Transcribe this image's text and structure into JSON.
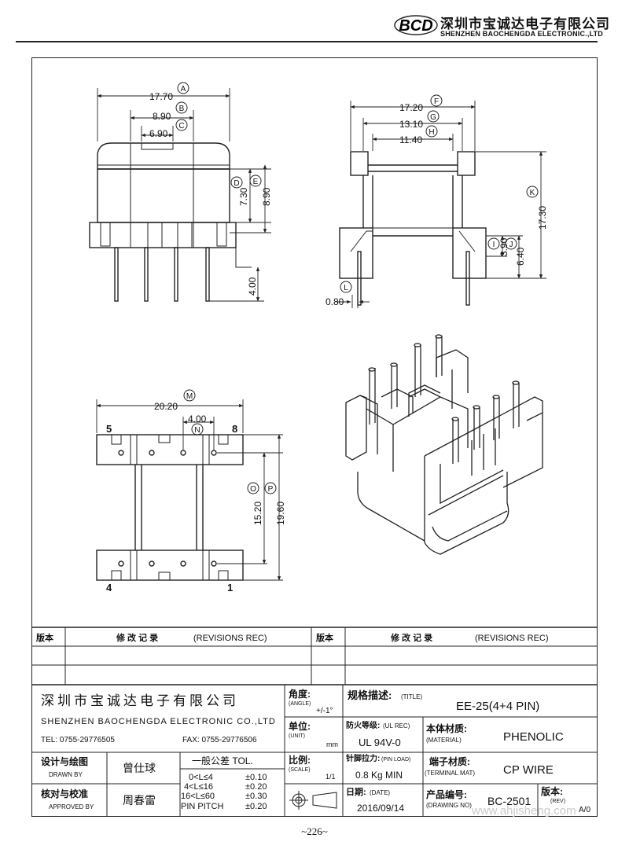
{
  "header": {
    "logo_text": "BCD",
    "company_cn": "深圳市宝诚达电子有限公司",
    "company_en": "SHENZHEN BAOCHENGDA ELECTRONIC.,LTD"
  },
  "drawing": {
    "front_view": {
      "dim_a": {
        "value": "17.70",
        "mark": "A"
      },
      "dim_b": {
        "value": "8.90",
        "mark": "B"
      },
      "dim_c": {
        "value": "6.90",
        "mark": "C"
      },
      "dim_d": {
        "value": "7.30",
        "mark": "D"
      },
      "dim_e": {
        "value": "8.90",
        "mark": "E"
      },
      "dim_pin": {
        "value": "4.00"
      }
    },
    "side_view": {
      "dim_f": {
        "value": "17.20",
        "mark": "F"
      },
      "dim_g": {
        "value": "13.10",
        "mark": "G"
      },
      "dim_h": {
        "value": "11.40",
        "mark": "H"
      },
      "dim_k": {
        "value": "17.30",
        "mark": "K"
      },
      "dim_i": {
        "value": "3.90",
        "mark": "I"
      },
      "dim_j": {
        "value": "6.40",
        "mark": "J"
      },
      "dim_l": {
        "value": "0.80",
        "mark": "L"
      }
    },
    "bottom_view": {
      "dim_m": {
        "value": "20.20",
        "mark": "M"
      },
      "dim_n": {
        "value": "4.00",
        "mark": "N"
      },
      "dim_o": {
        "value": "15.20",
        "mark": "O"
      },
      "dim_p": {
        "value": "19.60",
        "mark": "P"
      },
      "pin_5": "5",
      "pin_8": "8",
      "pin_4": "4",
      "pin_1": "1"
    }
  },
  "revisions": {
    "col_version": "版本",
    "col_record": "修 改 记 录",
    "col_record_en": "(REVISIONS REC)"
  },
  "title_block": {
    "company_cn": "深圳市宝诚达电子有限公司",
    "company_en": "SHENZHEN BAOCHENGDA ELECTRONIC CO.,LTD",
    "tel": "TEL: 0755-29776505",
    "fax": "FAX: 0755-29776506",
    "angle_label": "角度:",
    "angle_label_en": "(ANGLE)",
    "angle_value": "+/-1°",
    "unit_label": "单位:",
    "unit_label_en": "(UNIT)",
    "unit_value": "mm",
    "scale_label": "比例:",
    "scale_label_en": "(SCALE)",
    "scale_value": "1/1",
    "title_label": "规格描述:",
    "title_label_en": "(TITLE)",
    "title_value": "EE-25(4+4 PIN)",
    "ul_label": "防火等级:",
    "ul_label_en": "(UL REC)",
    "ul_value": "UL 94V-0",
    "material_label": "本体材质:",
    "material_label_en": "(MATERIAL)",
    "material_value": "PHENOLIC",
    "pinload_label": "针脚拉力:",
    "pinload_label_en": "(PIN LOAD)",
    "pinload_value": "0.8 Kg MIN",
    "terminal_label": "端子材质:",
    "terminal_label_en": "(TERMINAL MAT)",
    "terminal_value": "CP WIRE",
    "date_label": "日期:",
    "date_label_en": "(DATE)",
    "date_value": "2016/09/14",
    "drawing_no_label": "产品编号:",
    "drawing_no_label_en": "(DRAWING NO)",
    "drawing_no_value": "BC-2501",
    "rev_label": "版本:",
    "rev_label_en": "(REV)",
    "rev_value": "A/0",
    "drawn_label": "设计与绘图",
    "drawn_label_en": "DRAWN BY",
    "drawn_value": "曾仕球",
    "approved_label": "核对与校准",
    "approved_label_en": "APPROVED BY",
    "approved_value": "周春雷",
    "tol_title": "一般公差 TOL.",
    "tol_rows": [
      {
        "range": "0<L≤4",
        "value": "±0.10"
      },
      {
        "range": "4<L≤16",
        "value": "±0.20"
      },
      {
        "range": "16<L≤60",
        "value": "±0.30"
      },
      {
        "range": "PIN PITCH",
        "value": "±0.20"
      }
    ]
  },
  "watermark": "www.ahjisheng.com",
  "page_number": "~226~"
}
